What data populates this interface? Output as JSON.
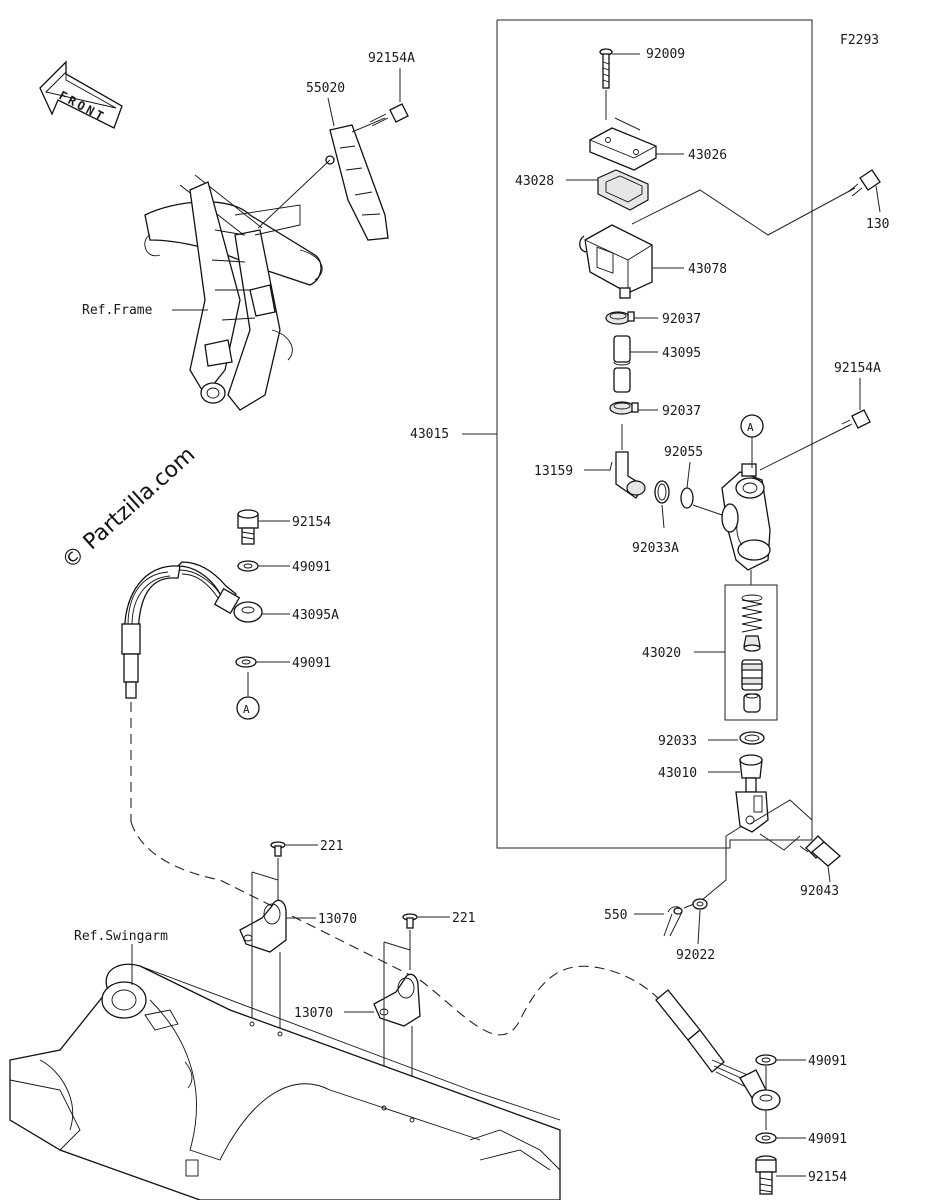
{
  "diagram_id": "F2293",
  "front_label": "FRONT",
  "watermark": "© Partzilla.com",
  "references": {
    "frame": "Ref.Frame",
    "swingarm": "Ref.Swingarm"
  },
  "callouts": {
    "a_top": "A",
    "a_bottom": "A"
  },
  "part_labels": {
    "p92154A_top": "92154A",
    "p55020": "55020",
    "p92009": "92009",
    "p43026": "43026",
    "p43028": "43028",
    "p130": "130",
    "p43078": "43078",
    "p92037_a": "92037",
    "p43095": "43095",
    "p92037_b": "92037",
    "p92154A_right": "92154A",
    "p43015": "43015",
    "p92055": "92055",
    "p13159": "13159",
    "p92033A": "92033A",
    "p92154_top": "92154",
    "p49091_a": "49091",
    "p43095A": "43095A",
    "p49091_b": "49091",
    "p43020": "43020",
    "p92033": "92033",
    "p43010": "43010",
    "p221_a": "221",
    "p13070_a": "13070",
    "p221_b": "221",
    "p92043": "92043",
    "p550": "550",
    "p92022": "92022",
    "p13070_b": "13070",
    "p49091_c": "49091",
    "p49091_d": "49091",
    "p92154_bottom": "92154"
  }
}
